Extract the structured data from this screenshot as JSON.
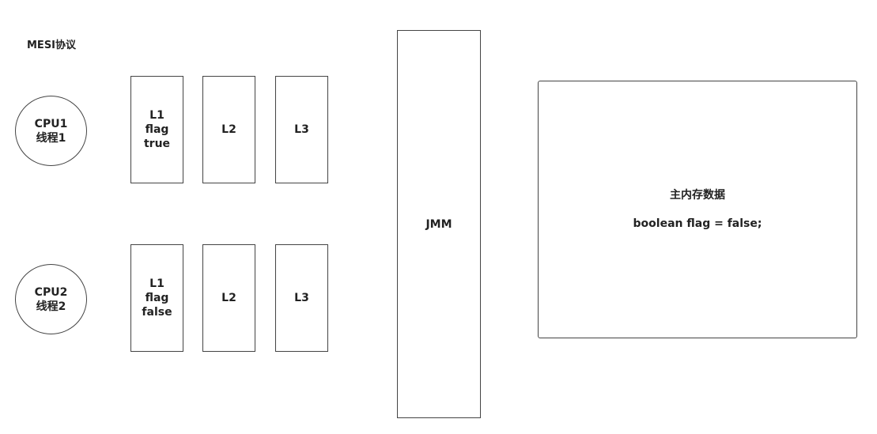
{
  "title": "MESI协议",
  "cpus": [
    {
      "name": "CPU1",
      "thread": "线程1",
      "cache": {
        "l1": [
          "L1",
          "flag",
          "true"
        ],
        "l2": "L2",
        "l3": "L3"
      }
    },
    {
      "name": "CPU2",
      "thread": "线程2",
      "cache": {
        "l1": [
          "L1",
          "flag",
          "false"
        ],
        "l2": "L2",
        "l3": "L3"
      }
    }
  ],
  "jmm": "JMM",
  "memory": {
    "title": "主内存数据",
    "code": "boolean flag = false;"
  },
  "colors": {
    "stroke": "#444444",
    "text": "#222222",
    "background": "#ffffff"
  }
}
